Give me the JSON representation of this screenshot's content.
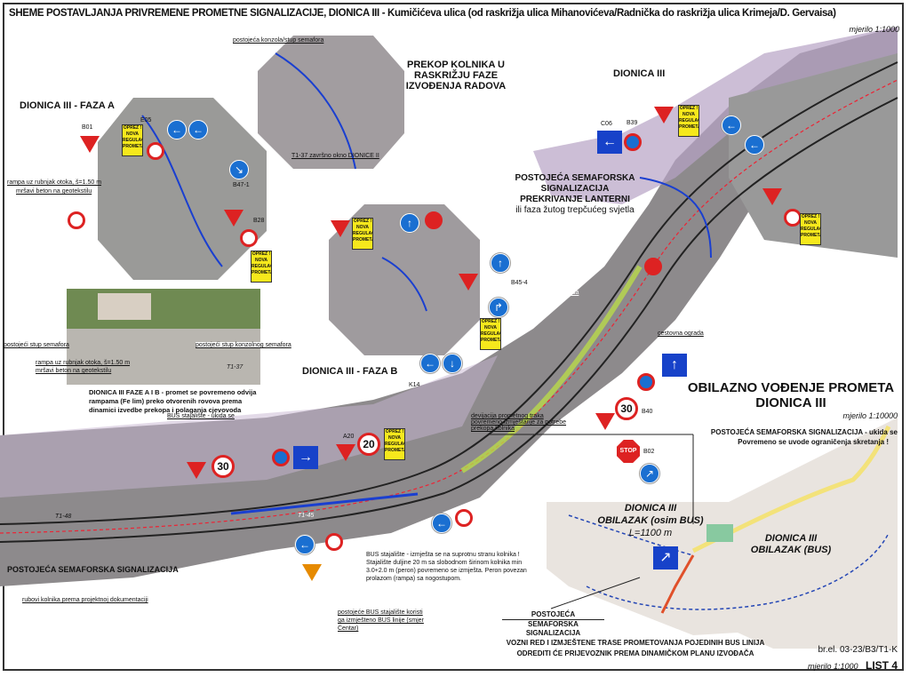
{
  "title": "SHEME POSTAVLJANJA PRIVREMENE PROMETNE SIGNALIZACIJE, DIONICA III - Kumičićeva ulica (od raskrižja ulica  Mihanovićeva/Radnička do raskrižja ulica Krimeja/D. Gervaisa)",
  "scale_main": "mjerilo 1:1000",
  "sections": {
    "faza_a": "DIONICA III - FAZA A",
    "faza_b": "DIONICA III - FAZA B",
    "prekop": "PREKOP KOLNIKA U RASKRIŽJU FAZE IZVOĐENJA RADOVA",
    "dionica3": "DIONICA III"
  },
  "labels": {
    "rampa": "rampa uz rubnjak otoka, š=1.50 m",
    "rampa2": "mršavi beton na geotekstilu",
    "stup_semafora": "postojeći stup semafora",
    "konzolni_stup": "postojeći stup konzolnog semafora",
    "konzola_stup": "postojeća konzola/stup semafora",
    "pjesacka": "pješačka ograda",
    "cestovna": "cestovna ograda",
    "zavrsno": "T1-37 završno okno DIONICE II",
    "faze_ab_note": "DIONICA III FAZE A I B - promet se povremeno odvija rampama (Fe lim) preko otvorenih rovova prema dinamici izvedbe prekopa i polaganja cjevovoda",
    "semafor_lanterni": "POSTOJEĆA SEMAFORSKA SIGNALIZACIJA",
    "prekrivanje": "PREKRIVANJE LANTERNI",
    "zuto": "ili faza žutog trepčućeg svjetla",
    "semafor_left": "POSTOJEĆA SEMAFORSKA SIGNALIZACIJA",
    "rubovi": "rubovi kolnika prema projektnoj dokumentaciji",
    "bus_ukida": "BUS stajalište - ukida se",
    "bus_stajaliste_note": "BUS stajalište - izmješta se na suprotnu stranu kolnika ! Stajalište duljine 20 m sa slobodnom širinom kolnika min 3.0+2.0 m (peron) povremeno se izmješta. Peron povezan prolazom (rampa) sa nogostupom.",
    "bus_centar": "postojeće BUS stajalište koristi ga izmješteno BUS linije (smjer Centar)",
    "devijacija": "devijacija prometnog traka povremeno izmještanje za potrebe prekopa kolnika",
    "T1_37": "T1-37",
    "T1_45": "T1-45",
    "T1_48": "T1-48"
  },
  "obilazno": {
    "title": "OBILAZNO VOĐENJE PROMETA DIONICA III",
    "scale": "mjerilo 1:10000",
    "ukida": "POSTOJEĆA SEMAFORSKA SIGNALIZACIJA - ukida se",
    "ogranicenja": "Povremeno se uvode ograničenja skretanja !",
    "obilazak_osim_bus_1": "DIONICA III",
    "obilazak_osim_bus_2": "OBILAZAK (osim BUS)",
    "obilazak_osim_bus_3": "L=1100 m",
    "obilazak_bus_1": "DIONICA III",
    "obilazak_bus_2": "OBILAZAK (BUS)",
    "semafor_1": "POSTOJEĆA",
    "semafor_2": "SEMAFORSKA SIGNALIZACIJA"
  },
  "footer": {
    "note1": "VOZNI RED I IZMJEŠTENE TRASE PROMETOVANJA POJEDINIH BUS LINIJA",
    "note2": "ODREDITI ĆE PRIJEVOZNIK PREMA DINAMIČKOM PLANU IZVOĐAČA",
    "ref": "br.el. 03-23/B3/T1-K",
    "scale": "mjerilo 1:1000",
    "sheet": "LIST 4"
  },
  "signs": {
    "speed30": "30",
    "speed20": "20",
    "stop": "STOP",
    "oprez": "OPREZ ! NOVA REGULACIJA PROMETA",
    "codes": [
      "B01",
      "E05",
      "B28",
      "B47-1",
      "B45-4",
      "B39",
      "C06",
      "K14",
      "A20",
      "B02",
      "B40"
    ]
  },
  "colors": {
    "sign_blue": "#1a6fd1",
    "sign_red": "#d22222",
    "sign_yellow": "#f6e81c",
    "route_orange": "#e0502a"
  }
}
